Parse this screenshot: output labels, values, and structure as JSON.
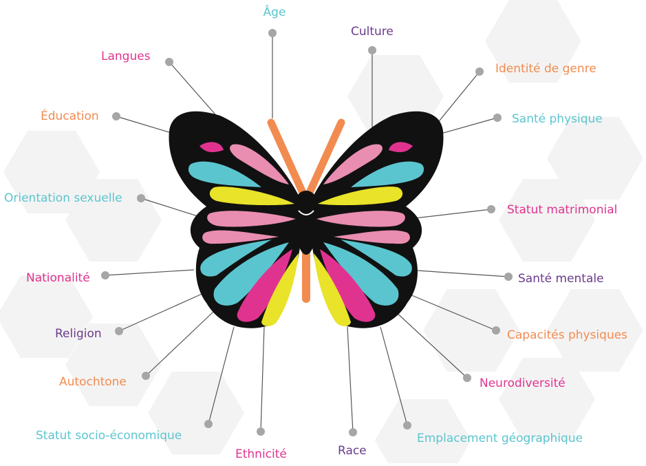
{
  "colors": {
    "teal": "#5bc5cf",
    "purple": "#6a3a8a",
    "orange": "#f28b50",
    "magenta": "#e0338f",
    "pink": "#e98db1",
    "yellow": "#e9e329",
    "body_black": "#111111",
    "dot_gray": "#a6a6a6",
    "line_gray": "#555555",
    "hex_bg": "#f2f2f2"
  },
  "labels": {
    "age": "Âge",
    "culture": "Culture",
    "langues": "Langues",
    "identite_genre": "Identité de genre",
    "education": "Éducation",
    "sante_physique": "Santé physique",
    "orientation_sexuelle": "Orientation sexuelle",
    "statut_matrimonial": "Statut matrimonial",
    "nationalite": "Nationalité",
    "sante_mentale": "Santé mentale",
    "religion": "Religion",
    "capacites_physiques": "Capacités physiques",
    "autochtone": "Autochtone",
    "neurodiversite": "Neurodiversité",
    "statut_socio_economique": "Statut socio-économique",
    "emplacement_geographique": "Emplacement géographique",
    "ethnicite": "Ethnicité",
    "race": "Race"
  }
}
